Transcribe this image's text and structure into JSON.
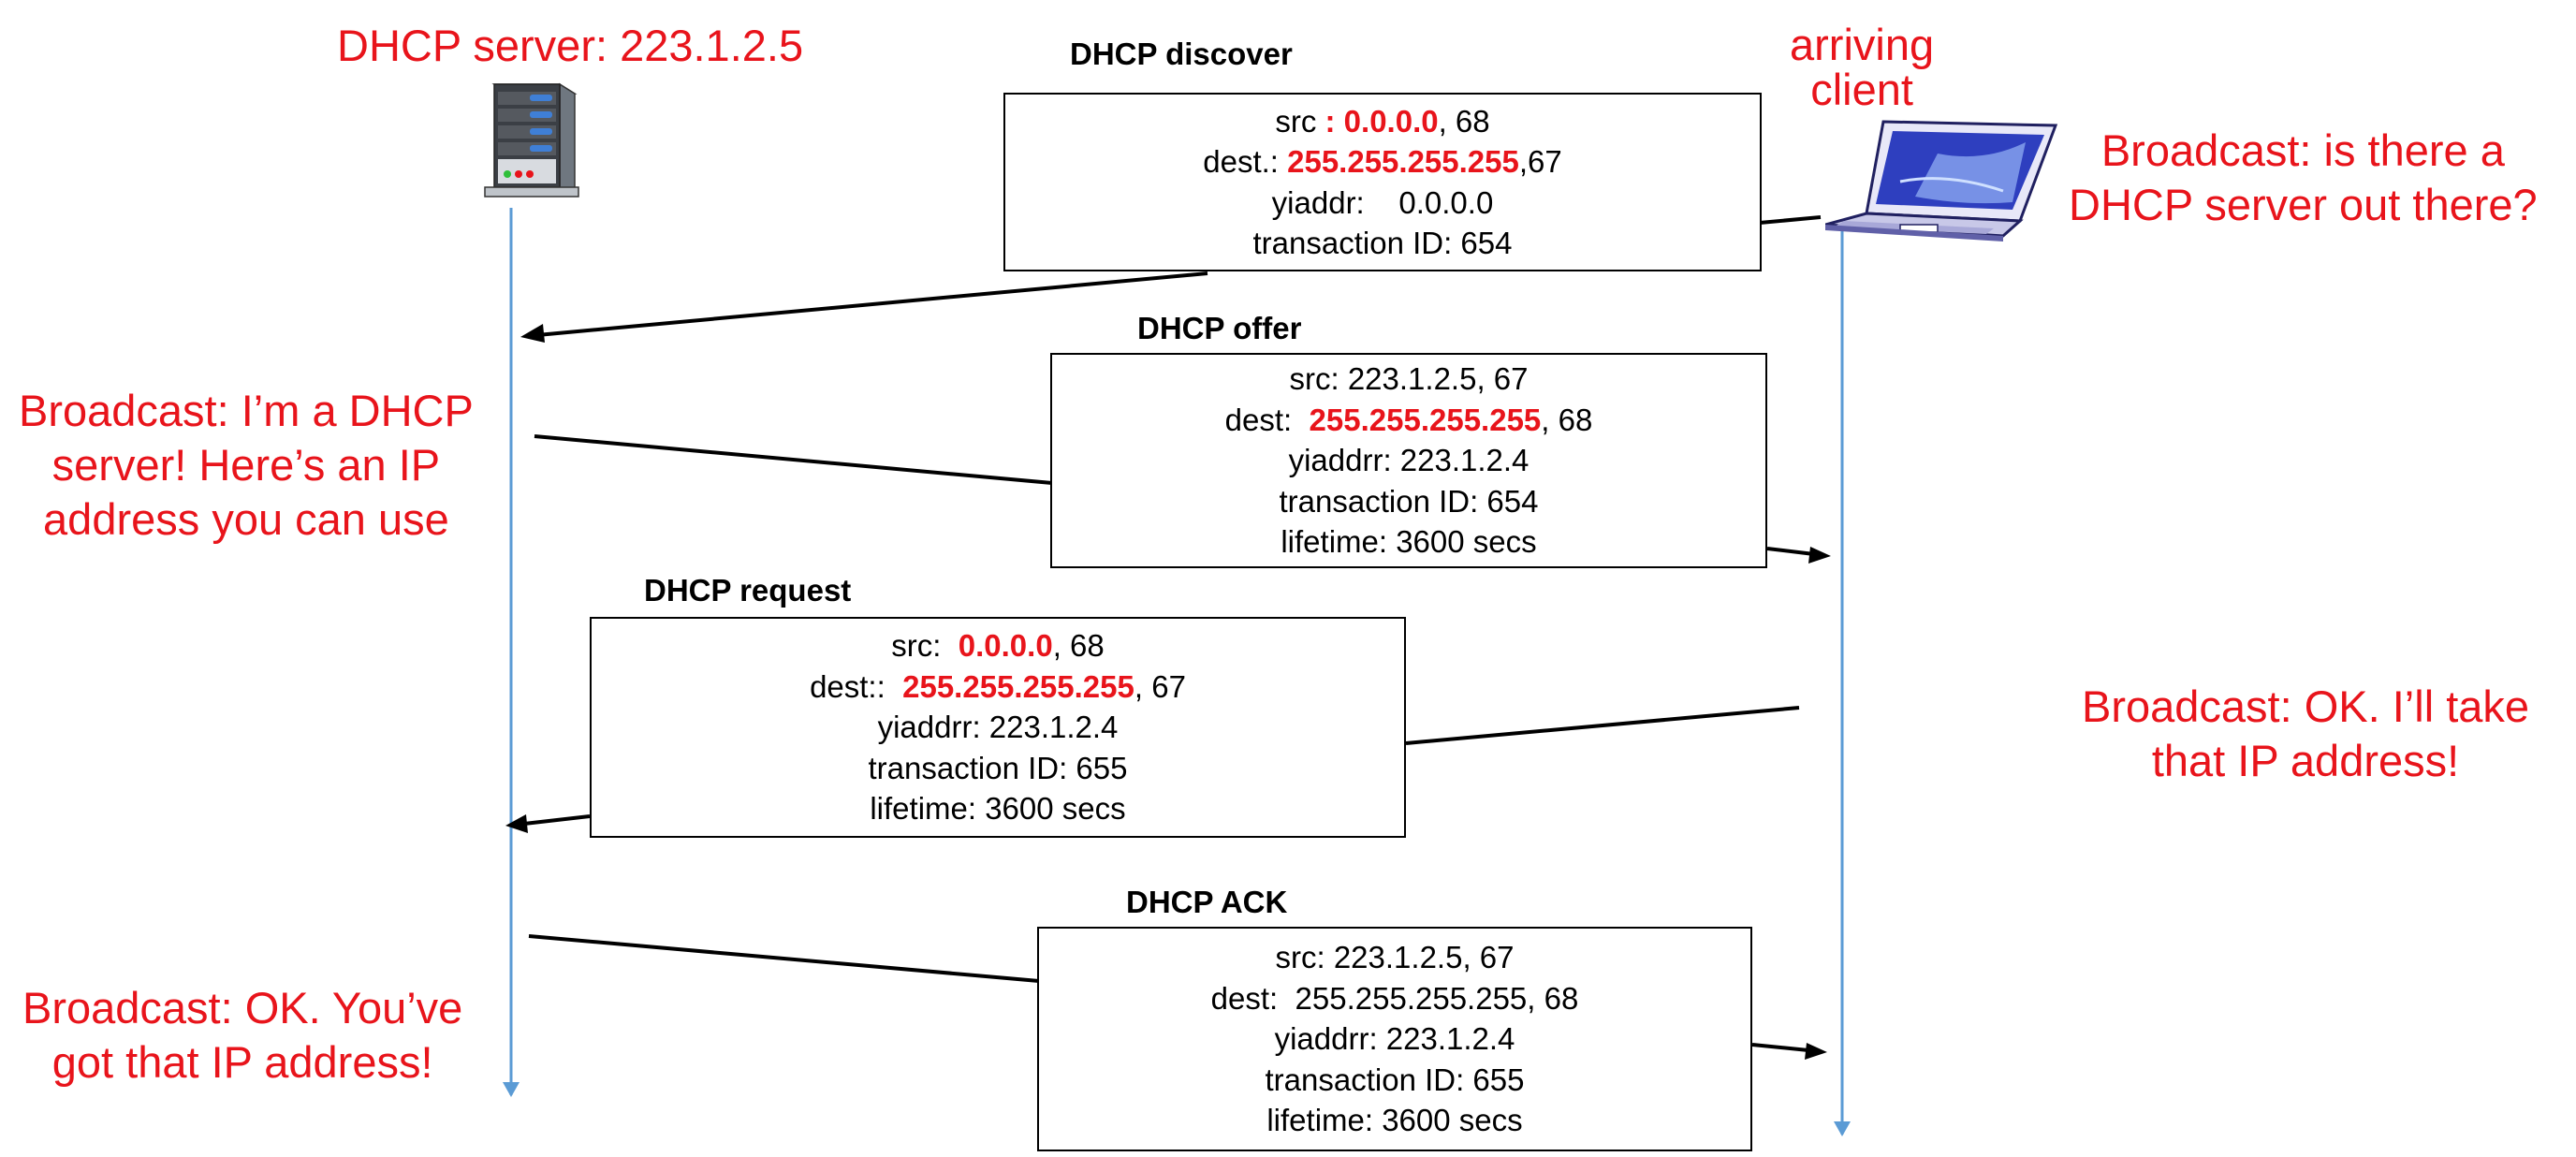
{
  "server": {
    "label": "DHCP server: 223.1.2.5",
    "icon": "server-tower-icon"
  },
  "client": {
    "label_line1": "arriving",
    "label_line2": "client",
    "icon": "laptop-icon"
  },
  "annotations": {
    "discover_lines": [
      "Broadcast: is there a",
      "DHCP server out there?"
    ],
    "offer_lines": [
      "Broadcast: I’m a DHCP",
      "server! Here’s an IP",
      "address you can use"
    ],
    "request_lines": [
      "Broadcast: OK.  I’ll take",
      "that IP address!"
    ],
    "ack_lines": [
      "Broadcast: OK.  You’ve",
      "got that IP address!"
    ]
  },
  "messages": [
    {
      "title": "DHCP discover",
      "lines": [
        [
          {
            "t": "src "
          },
          {
            "t": ": 0.0.0.0",
            "hl": true
          },
          {
            "t": ", 68"
          }
        ],
        [
          {
            "t": "dest.: "
          },
          {
            "t": "255.255.255.255",
            "hl": true
          },
          {
            "t": ",67"
          }
        ],
        [
          {
            "t": "yiaddr:    0.0.0.0"
          }
        ],
        [
          {
            "t": "transaction ID: 654"
          }
        ]
      ]
    },
    {
      "title": "DHCP offer",
      "lines": [
        [
          {
            "t": "src: 223.1.2.5, 67"
          }
        ],
        [
          {
            "t": "dest:  "
          },
          {
            "t": "255.255.255.255",
            "hl": true
          },
          {
            "t": ", 68"
          }
        ],
        [
          {
            "t": "yiaddrr: 223.1.2.4"
          }
        ],
        [
          {
            "t": "transaction ID: 654"
          }
        ],
        [
          {
            "t": "lifetime: 3600 secs"
          }
        ]
      ]
    },
    {
      "title": "DHCP request",
      "lines": [
        [
          {
            "t": "src:  "
          },
          {
            "t": "0.0.0.0",
            "hl": true
          },
          {
            "t": ", 68"
          }
        ],
        [
          {
            "t": "dest::  "
          },
          {
            "t": "255.255.255.255",
            "hl": true
          },
          {
            "t": ", 67"
          }
        ],
        [
          {
            "t": "yiaddrr: 223.1.2.4"
          }
        ],
        [
          {
            "t": "transaction ID: 655"
          }
        ],
        [
          {
            "t": "lifetime: 3600 secs"
          }
        ]
      ]
    },
    {
      "title": "DHCP ACK",
      "lines": [
        [
          {
            "t": "src: 223.1.2.5, 67"
          }
        ],
        [
          {
            "t": "dest:  255.255.255.255, 68"
          }
        ],
        [
          {
            "t": "yiaddrr: 223.1.2.4"
          }
        ],
        [
          {
            "t": "transaction ID: 655"
          }
        ],
        [
          {
            "t": "lifetime: 3600 secs"
          }
        ]
      ]
    }
  ],
  "colors": {
    "annotation": "#e8141b",
    "highlight": "#e8141b",
    "timeline": "#5b9bd5",
    "arrow": "#000000"
  }
}
